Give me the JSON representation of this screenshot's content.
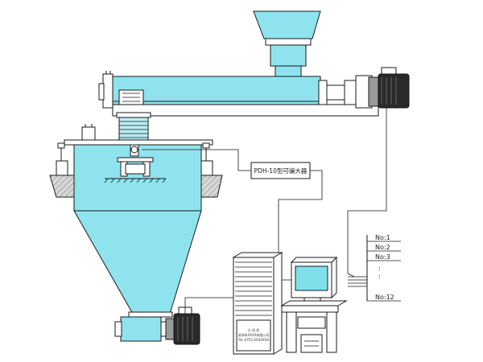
{
  "amplifier": {
    "label": "PDH-10型可编大器"
  },
  "outputs": [
    "No:1",
    "No:2",
    "No:3",
    ":",
    ":",
    "No:12"
  ],
  "cabinet": {
    "text_line1": "主 机 柜",
    "text_line2": "深圳市XXXX有限公司",
    "text_line3": "Tel: 0755-XXXXXXX"
  },
  "colors": {
    "vessel": "#8fe3ee",
    "motor": "#2a2a2a",
    "screen": "#7fe0ec"
  }
}
